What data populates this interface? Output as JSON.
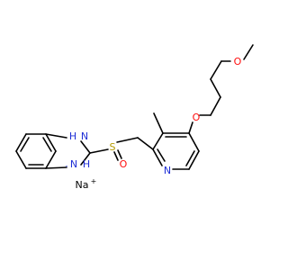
{
  "molecule": {
    "atoms": {
      "nh_top": "H",
      "n_top": "N",
      "n_bottom": "N",
      "h_bottom": "H",
      "sulfur": "S",
      "oxygen_sulfinyl": "O",
      "n_pyridine": "N",
      "oxygen_ether1": "O",
      "oxygen_ether2": "O"
    },
    "counter_ion": {
      "symbol": "Na",
      "charge": "+"
    },
    "anion_charge": "-",
    "colors": {
      "bond": "#000000",
      "nitrogen": "#1f2fd6",
      "oxygen": "#ff0d0d",
      "sulfur": "#b59b00",
      "sodium": "#000000"
    }
  }
}
